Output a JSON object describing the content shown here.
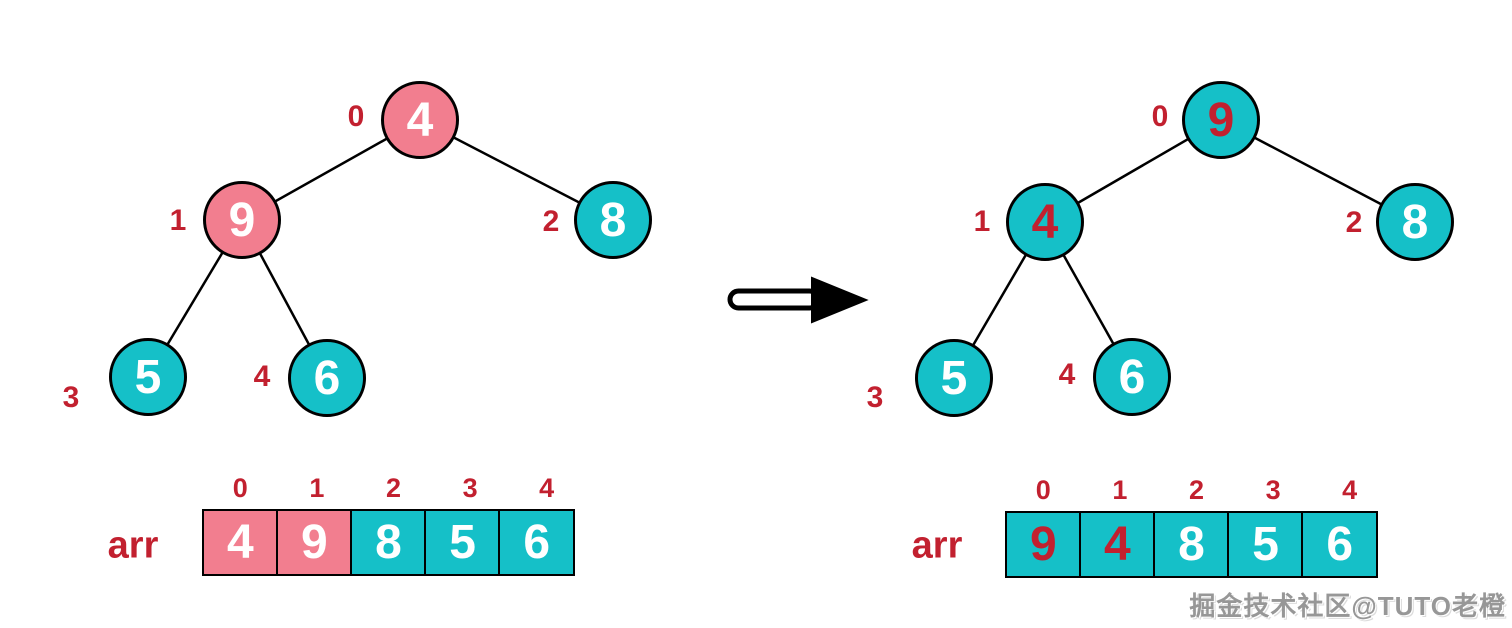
{
  "colors": {
    "node_pink": "#F27E8F",
    "node_teal": "#15C0C8",
    "label_red": "#C2202F",
    "node_text_white": "#FFFFFF",
    "line_black": "#000000",
    "watermark_gray": "#979797"
  },
  "icons": {
    "arrow": "right-arrow-icon"
  },
  "trees": [
    {
      "side": "left",
      "nodes": [
        {
          "index": "0",
          "value": "4",
          "fill": "pink",
          "text": "white"
        },
        {
          "index": "1",
          "value": "9",
          "fill": "pink",
          "text": "white"
        },
        {
          "index": "2",
          "value": "8",
          "fill": "teal",
          "text": "white"
        },
        {
          "index": "3",
          "value": "5",
          "fill": "teal",
          "text": "white"
        },
        {
          "index": "4",
          "value": "6",
          "fill": "teal",
          "text": "white"
        }
      ],
      "edges": [
        [
          0,
          1
        ],
        [
          0,
          2
        ],
        [
          1,
          3
        ],
        [
          1,
          4
        ]
      ]
    },
    {
      "side": "right",
      "nodes": [
        {
          "index": "0",
          "value": "9",
          "fill": "teal",
          "text": "red"
        },
        {
          "index": "1",
          "value": "4",
          "fill": "teal",
          "text": "red"
        },
        {
          "index": "2",
          "value": "8",
          "fill": "teal",
          "text": "white"
        },
        {
          "index": "3",
          "value": "5",
          "fill": "teal",
          "text": "white"
        },
        {
          "index": "4",
          "value": "6",
          "fill": "teal",
          "text": "white"
        }
      ],
      "edges": [
        [
          0,
          1
        ],
        [
          0,
          2
        ],
        [
          1,
          3
        ],
        [
          1,
          4
        ]
      ]
    }
  ],
  "arrays": [
    {
      "side": "left",
      "label": "arr",
      "indices": [
        "0",
        "1",
        "2",
        "3",
        "4"
      ],
      "cells": [
        {
          "value": "4",
          "fill": "pink",
          "text": "white"
        },
        {
          "value": "9",
          "fill": "pink",
          "text": "white"
        },
        {
          "value": "8",
          "fill": "teal",
          "text": "white"
        },
        {
          "value": "5",
          "fill": "teal",
          "text": "white"
        },
        {
          "value": "6",
          "fill": "teal",
          "text": "white"
        }
      ]
    },
    {
      "side": "right",
      "label": "arr",
      "indices": [
        "0",
        "1",
        "2",
        "3",
        "4"
      ],
      "cells": [
        {
          "value": "9",
          "fill": "teal",
          "text": "red"
        },
        {
          "value": "4",
          "fill": "teal",
          "text": "red"
        },
        {
          "value": "8",
          "fill": "teal",
          "text": "white"
        },
        {
          "value": "5",
          "fill": "teal",
          "text": "white"
        },
        {
          "value": "6",
          "fill": "teal",
          "text": "white"
        }
      ]
    }
  ],
  "watermark": {
    "text": "掘金技术社区@TUTO老橙"
  }
}
